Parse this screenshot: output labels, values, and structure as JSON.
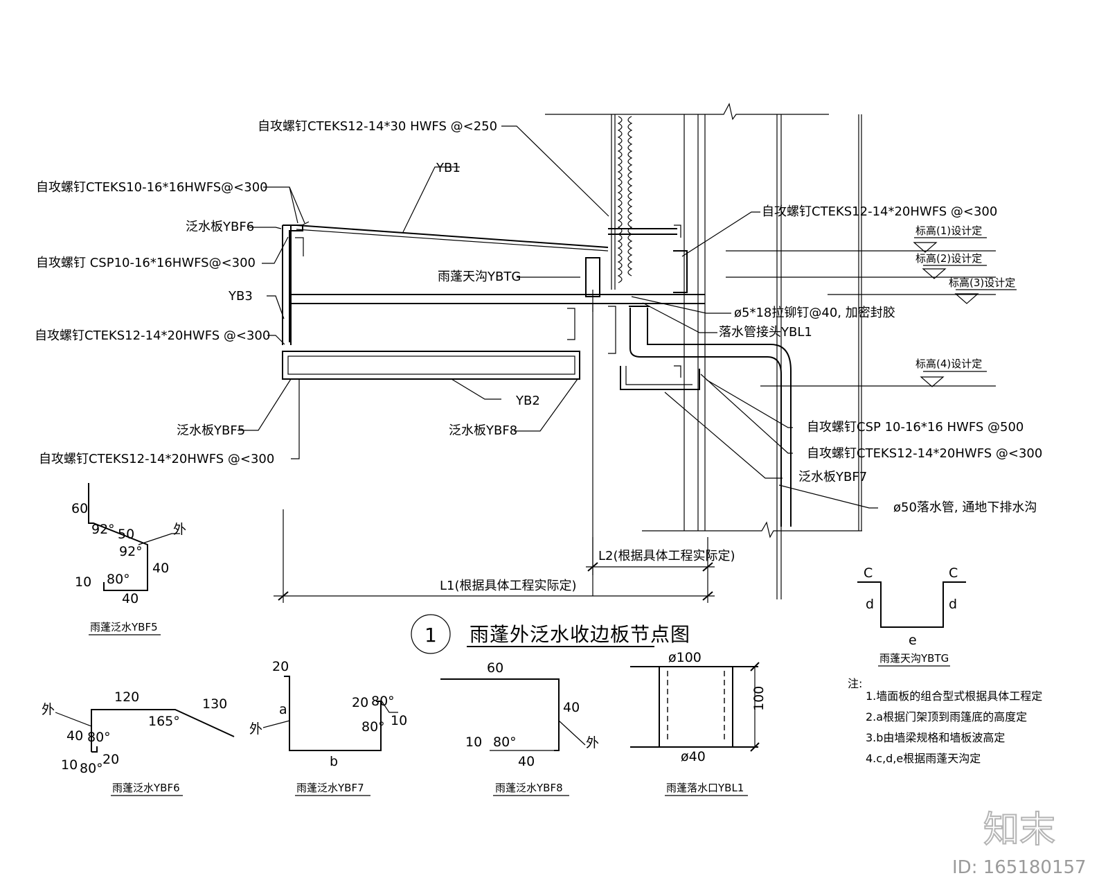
{
  "labels": {
    "screw_top": "自攻螺钉CTEKS12-14*30 HWFS @<250",
    "yb1": "YB1",
    "screw_left_1": "自攻螺钉CTEKS10-16*16HWFS@<300",
    "ybf6_callout": "泛水板YBF6",
    "screw_left_2": "自攻螺钉 CSP10-16*16HWFS@<300",
    "ybtg_callout": "雨蓬天沟YBTG",
    "yb3": "YB3",
    "screw_left_3": "自攻螺钉CTEKS12-14*20HWFS @<300",
    "ybf5_callout": "泛水板YBF5",
    "yb2": "YB2",
    "ybf8_callout": "泛水板YBF8",
    "screw_left_4": "自攻螺钉CTEKS12-14*20HWFS @<300",
    "screw_right_1": "自攻螺钉CTEKS12-14*20HWFS @<300",
    "level_1": "标高(1)设计定",
    "level_2": "标高(2)设计定",
    "level_3": "标高(3)设计定",
    "rivet": "ø5*18拉铆钉@40, 加密封胶",
    "ybl1_callout": "落水管接头YBL1",
    "level_4": "标高(4)设计定",
    "screw_right_2": "自攻螺钉CSP 10-16*16 HWFS @500",
    "screw_right_3": "自攻螺钉CTEKS12-14*20HWFS @<300",
    "ybf7_callout": "泛水板YBF7",
    "downpipe": "ø50落水管, 通地下排水沟",
    "l2_dim": "L2(根据具体工程实际定)",
    "l1_dim": "L1(根据具体工程实际定)"
  },
  "title": {
    "number": "1",
    "text": "雨蓬外泛水收边板节点图"
  },
  "details": {
    "ybf5": {
      "d60": "60",
      "a92a": "92°",
      "d50": "50",
      "a92b": "92°",
      "outside": "外",
      "d40v": "40",
      "d10": "10",
      "a80": "80°",
      "d40h": "40",
      "caption": "雨蓬泛水YBF5"
    },
    "ybf6": {
      "outside": "外",
      "d120": "120",
      "d130": "130",
      "a165": "165°",
      "d40": "40",
      "a80a": "80°",
      "d10": "10",
      "a80b": "80°",
      "d20": "20",
      "caption": "雨蓬泛水YBF6"
    },
    "ybf7": {
      "d20a": "20",
      "a": "a",
      "outside": "外",
      "b": "b",
      "d20b": "20",
      "a80a": "80°",
      "d10": "10",
      "a80b": "80°",
      "caption": "雨蓬泛水YBF7"
    },
    "ybf8": {
      "d60": "60",
      "d40v": "40",
      "d10": "10",
      "a80": "80°",
      "d40h": "40",
      "outside": "外",
      "caption": "雨蓬泛水YBF8"
    },
    "ybl1": {
      "d100top": "ø100",
      "d100side": "100",
      "d40": "ø40",
      "caption": "雨蓬落水口YBL1"
    },
    "ybtg": {
      "c1": "C",
      "c2": "C",
      "d1": "d",
      "d2": "d",
      "e": "e",
      "caption": "雨蓬天沟YBTG"
    }
  },
  "notes": {
    "heading": "注:",
    "items": [
      "1.墙面板的组合型式根据具体工程定",
      "2.a根据门架顶到雨篷底的高度定",
      "3.b由墙梁规格和墙板波高定",
      "4.c,d,e根据雨蓬天沟定"
    ]
  },
  "watermark": {
    "brand": "知末",
    "id": "ID: 165180157"
  }
}
